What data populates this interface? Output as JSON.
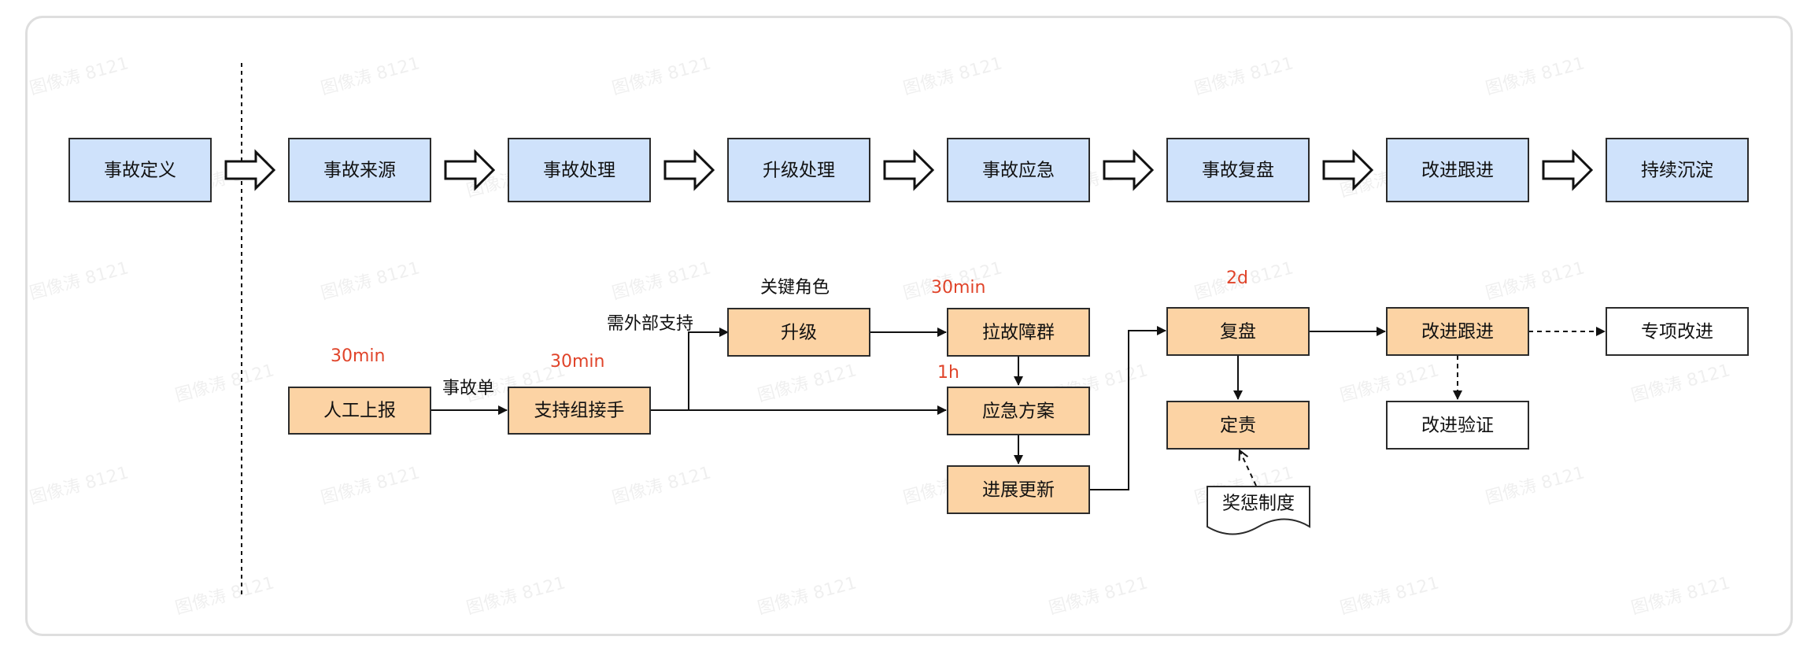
{
  "watermark": "图像涛 8121",
  "stages": [
    "事故定义",
    "事故来源",
    "事故处理",
    "升级处理",
    "事故应急",
    "事故复盘",
    "改进跟进",
    "持续沉淀"
  ],
  "steps": {
    "report": "人工上报",
    "support": "支持组接手",
    "escalate": "升级",
    "group": "拉故障群",
    "plan": "应急方案",
    "update": "进展更新",
    "review": "复盘",
    "blame": "定责",
    "rewards": "奖惩制度",
    "follow": "改进跟进",
    "special": "专项改进",
    "verify": "改进验证"
  },
  "notes": {
    "ticket": "事故单",
    "external": "需外部支持",
    "role": "关键角色"
  },
  "times": {
    "report": "30min",
    "support": "30min",
    "group": "30min",
    "plan": "1h",
    "review": "2d"
  },
  "colors": {
    "stage_fill": "#cfe2fb",
    "step_fill": "#fcd3a4",
    "time_text": "#e0442a",
    "frame_border": "#dedede"
  }
}
